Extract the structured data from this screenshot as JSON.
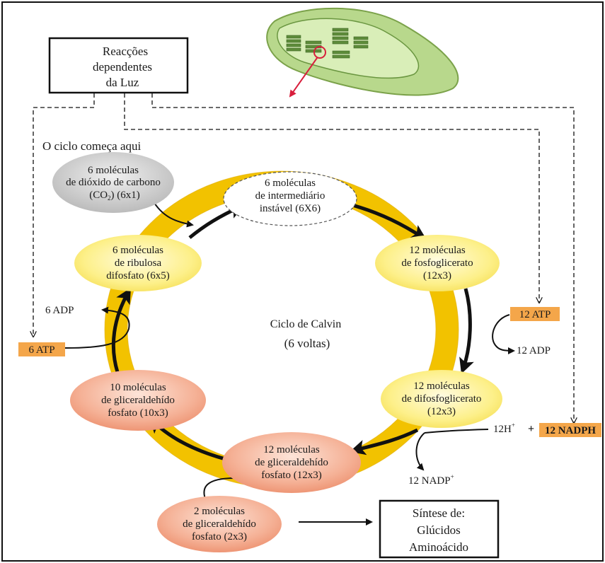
{
  "light_box": {
    "line1": "Reacções",
    "line2": "dependentes",
    "line3": "da Luz"
  },
  "cycle_start": "O ciclo começa aqui",
  "center": {
    "title": "Ciclo de Calvin",
    "turns": "(6 voltas)"
  },
  "nodes": {
    "co2": {
      "line1": "6 moléculas",
      "line2": "de dióxido de carbono",
      "line3a": "(CO",
      "line3sub": "2",
      "line3b": ")  (6x1)"
    },
    "intermediate": {
      "line1": "6 moléculas",
      "line2": "de intermediário",
      "line3": "instável (6X6)"
    },
    "pga": {
      "line1": "12 moléculas",
      "line2": "de  fosfoglicerato",
      "line3": "(12x3)"
    },
    "dpga": {
      "line1": "12 moléculas",
      "line2": "de difosfoglicerato",
      "line3": "(12x3)"
    },
    "g3p12": {
      "line1": "12 moléculas",
      "line2": "de gliceraldehído",
      "line3": "fosfato (12x3)"
    },
    "g3p10": {
      "line1": "10 moléculas",
      "line2": "de gliceraldehído",
      "line3": "fosfato (10x3)"
    },
    "rubp": {
      "line1": "6 moléculas",
      "line2": "de ribulosa",
      "line3": "difosfato (6x5)"
    },
    "g3p2": {
      "line1": "2 moléculas",
      "line2": "de gliceraldehído",
      "line3": "fosfato (2x3)"
    }
  },
  "energy": {
    "atp12": "12 ATP",
    "adp12": "12 ADP",
    "h12": "12H",
    "h12_sup": "+",
    "plus": "+",
    "nadph12": "12 NADPH",
    "nadp12": "12 NADP",
    "nadp12_sup": "+",
    "atp6": "6 ATP",
    "adp6": "6 ADP"
  },
  "synthesis_box": {
    "line1": "Síntese de:",
    "line2": "Glúcidos",
    "line3": "Aminoácido"
  },
  "colors": {
    "ring": "#f2c200",
    "orange_label": "#f4a64a",
    "yellow_node": "#fdf3a0",
    "salmon_node": "#f3a183",
    "grey_node": "#c9c9c9",
    "red_arrow": "#d81e3c"
  }
}
